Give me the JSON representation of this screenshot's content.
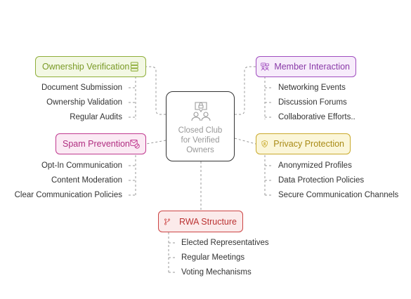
{
  "center": {
    "label": "Closed Club for Verified Owners",
    "icon": "people-lock-icon"
  },
  "branches": {
    "ownership": {
      "title": "Ownership Verification",
      "icon": "server-stack-icon",
      "color": "#8fae3a",
      "items": [
        "Document Submission",
        "Ownership Validation",
        "Regular Audits"
      ]
    },
    "member": {
      "title": "Member Interaction",
      "icon": "chat-people-icon",
      "color": "#a04dbf",
      "items": [
        "Networking Events",
        "Discussion Forums",
        "Collaborative Efforts.."
      ]
    },
    "spam": {
      "title": "Spam Prevention",
      "icon": "blocked-mail-icon",
      "color": "#c0398f",
      "items": [
        "Opt-In Communication",
        "Content Moderation",
        "Clear Communication Policies"
      ]
    },
    "privacy": {
      "title": "Privacy Protection",
      "icon": "shield-icon",
      "color": "#c9a92a",
      "items": [
        "Anonymized Profiles",
        "Data Protection Policies",
        "Secure Communication Channels"
      ]
    },
    "rwa": {
      "title": "RWA Structure",
      "icon": "branch-icon",
      "color": "#cc4444",
      "items": [
        "Elected Representatives",
        "Regular Meetings",
        "Voting Mechanisms"
      ]
    }
  }
}
